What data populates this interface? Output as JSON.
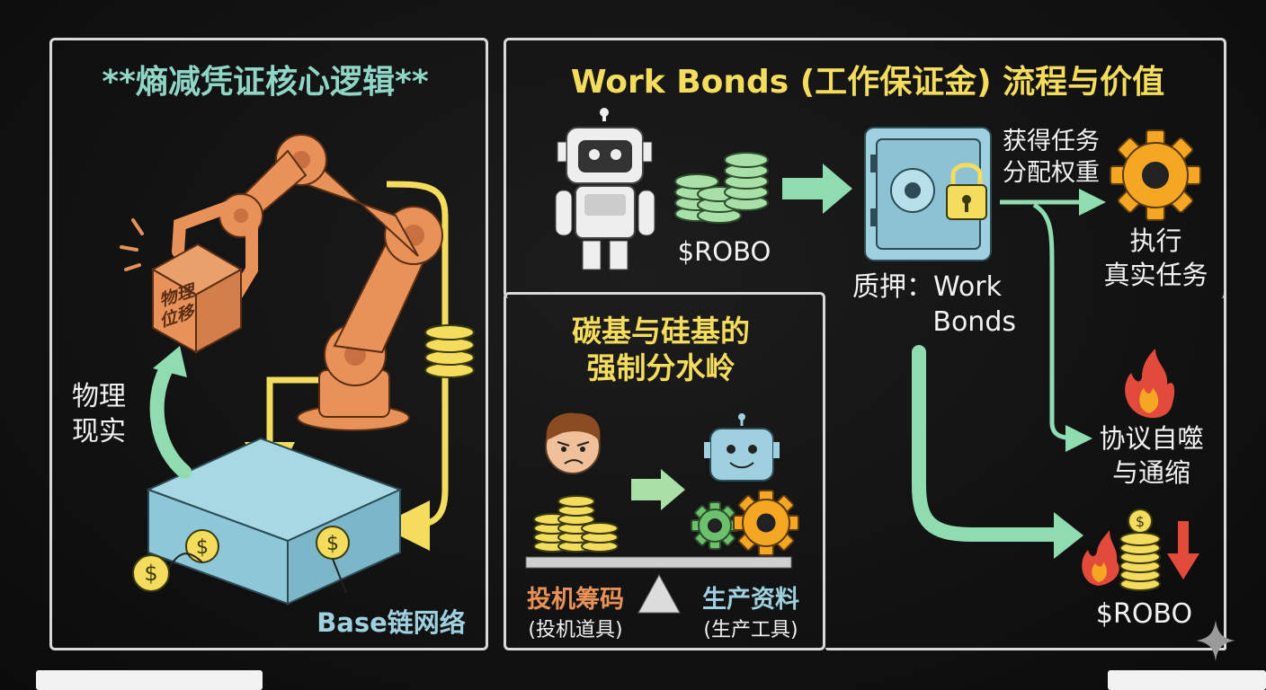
{
  "left_panel": {
    "title": "**熵减凭证核心逻辑**",
    "box_label": [
      "物理",
      "位移"
    ],
    "side_label": [
      "物理",
      "现实"
    ],
    "network_label": "Base链网络"
  },
  "right_panel": {
    "title": "Work Bonds (工作保证金) 流程与价值",
    "token_label": "$ROBO",
    "stake_label": [
      "质押：Work",
      "Bonds"
    ],
    "weight_label": [
      "获得任务",
      "分配权重"
    ],
    "execute_label": [
      "执行",
      "真实任务"
    ],
    "burn_label": [
      "协议自噬",
      "与通缩"
    ],
    "bottom_token_label": "$ROBO"
  },
  "mid_panel": {
    "title": [
      "碳基与硅基的",
      "强制分水岭"
    ],
    "left_label": "投机筹码",
    "left_sub": "(投机道具)",
    "right_label": "生产资料",
    "right_sub": "(生产工具)"
  },
  "colors": {
    "orange": "#e8925a",
    "yellow": "#f4dc5c",
    "green": "#8fdcb0",
    "blue": "#9fd0e0",
    "teal": "#8fd6c6",
    "red": "#e24b3c",
    "chalk": "#d9d9d9"
  },
  "icons": [
    "robot-arm-icon",
    "box-icon",
    "coin-icon",
    "robot-icon",
    "safe-icon",
    "lock-icon",
    "gear-icon",
    "fire-icon",
    "down-arrow-icon",
    "person-icon",
    "sparkle-icon"
  ]
}
